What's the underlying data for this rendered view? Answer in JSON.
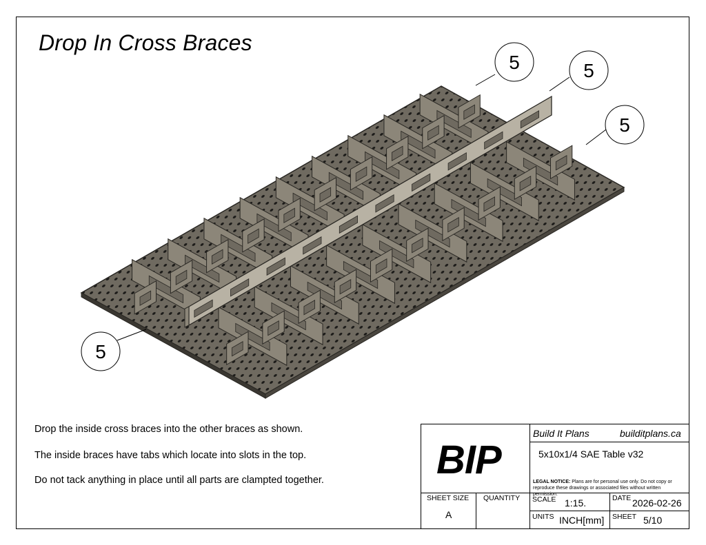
{
  "title": "Drop In Cross Braces",
  "balloons": [
    "5",
    "5",
    "5",
    "5"
  ],
  "notes": [
    "Drop the inside cross braces into the other braces as shown.",
    "The inside braces have tabs which locate into slots in the top.",
    "Do not tack anything in place until all parts are clampted together."
  ],
  "title_block": {
    "logo": "BIP",
    "company": "Build It Plans",
    "website": "builditplans.ca",
    "drawing_title": "5x10x1/4 SAE Table v32",
    "legal_label": "LEGAL NOTICE:",
    "legal_text": " Plans are for personal use only. Do not copy or reproduce these drawings or associated files without written permission.",
    "sheet_size_label": "SHEET SIZE",
    "sheet_size": "A",
    "quantity_label": "QUANTITY",
    "quantity": "",
    "scale_label": "SCALE",
    "scale": "1:15.",
    "date_label": "DATE",
    "date": "2026-02-26",
    "units_label": "UNITS",
    "units": "INCH[mm]",
    "sheet_label": "SHEET",
    "sheet": "5/10"
  },
  "colors": {
    "plate": "#6f6a60",
    "plate_edge": "#2a2824",
    "brace": "#b8b2a4",
    "brace_dark": "#8c8679",
    "hole": "#1c1b19"
  }
}
